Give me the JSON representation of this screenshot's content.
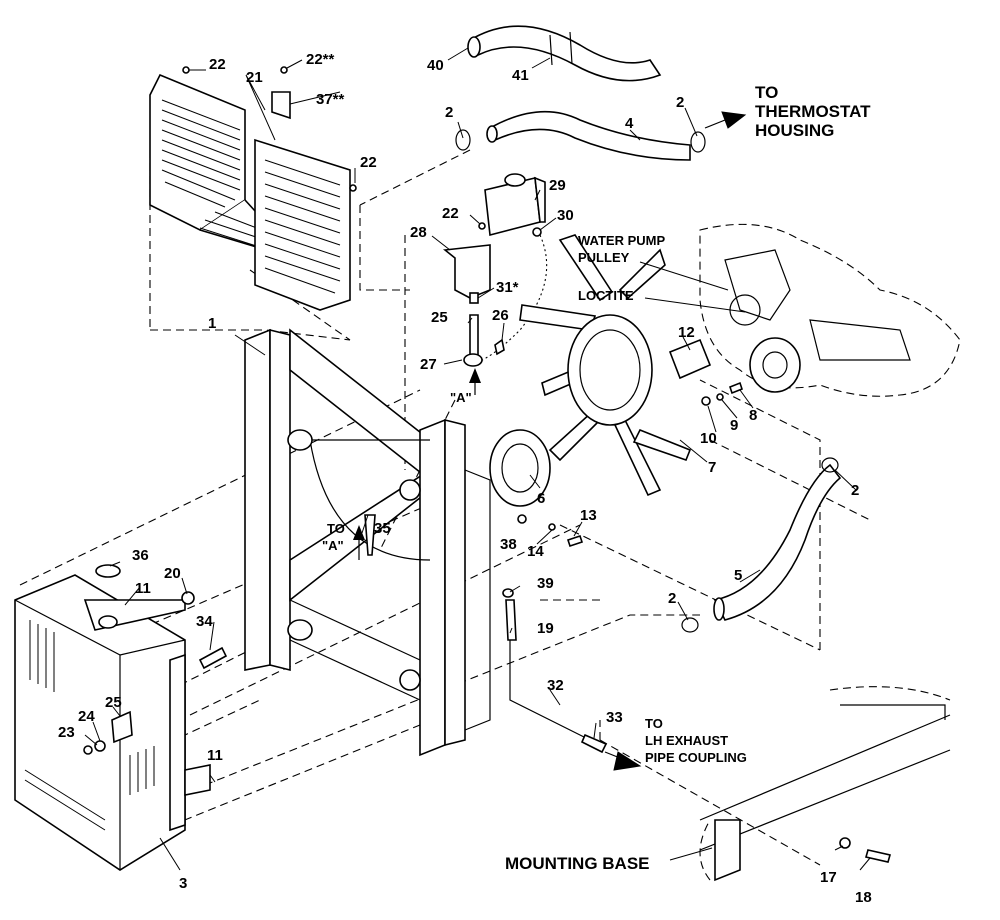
{
  "callouts": {
    "c1": "1",
    "c2a": "2",
    "c2b": "2",
    "c2c": "2",
    "c2d": "2",
    "c3": "3",
    "c4": "4",
    "c5": "5",
    "c6": "6",
    "c7": "7",
    "c8": "8",
    "c9": "9",
    "c10": "10",
    "c11a": "11",
    "c11b": "11",
    "c12": "12",
    "c13": "13",
    "c14": "14",
    "c17": "17",
    "c18": "18",
    "c19": "19",
    "c20": "20",
    "c21": "21",
    "c22a": "22",
    "c22b": "22**",
    "c22c": "22",
    "c22d": "22",
    "c23": "23",
    "c24": "24",
    "c25a": "25",
    "c25b": "25",
    "c26": "26",
    "c27": "27",
    "c28": "28",
    "c29": "29",
    "c30": "30",
    "c31": "31*",
    "c32": "32",
    "c33": "33",
    "c34": "34",
    "c35": "35",
    "c36": "36",
    "c37": "37**",
    "c38": "38",
    "c39": "39",
    "c40": "40",
    "c41": "41"
  },
  "notes": {
    "thermostat": [
      "TO",
      "THERMOSTAT",
      "HOUSING"
    ],
    "water_pump_pulley": [
      "WATER PUMP",
      "PULLEY"
    ],
    "loctite": "LOCTITE",
    "view_a": "\"A\"",
    "to_a": [
      "TO",
      "\"A\""
    ],
    "exhaust": [
      "TO",
      "LH EXHAUST",
      "PIPE COUPLING"
    ],
    "mounting_base": "MOUNTING BASE"
  }
}
